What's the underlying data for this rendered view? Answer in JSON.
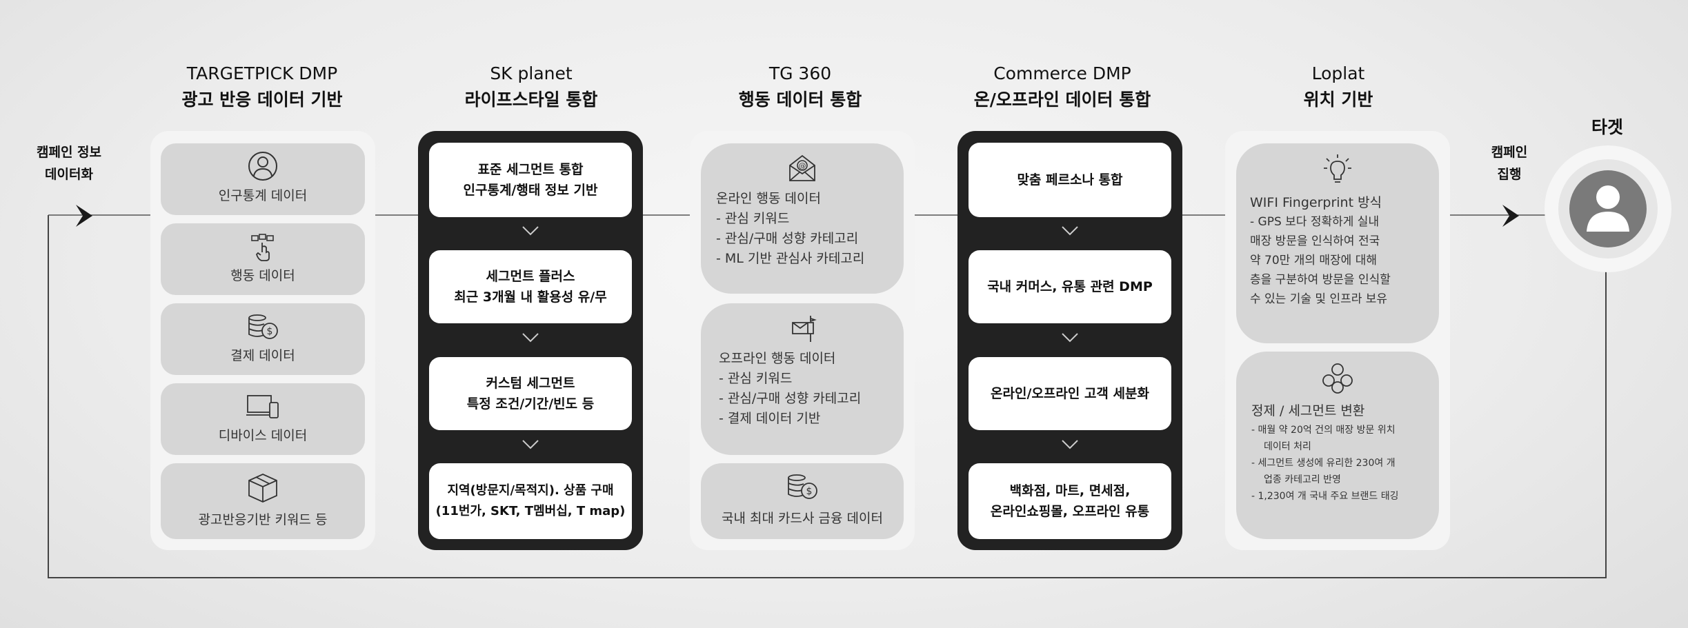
{
  "columns": [
    {
      "title_line1": "TARGETPICK DMP",
      "title_line2": "광고 반응 데이터 기반"
    },
    {
      "title_line1": "SK planet",
      "title_line2": "라이프스타일 통합"
    },
    {
      "title_line1": "TG 360",
      "title_line2": "행동 데이터 통합"
    },
    {
      "title_line1": "Commerce DMP",
      "title_line2": "온/오프라인 데이터 통합"
    },
    {
      "title_line1": "Loplat",
      "title_line2": "위치 기반"
    }
  ],
  "left_label": {
    "line1": "캠페인 정보",
    "line2": "데이터화"
  },
  "right_label": {
    "line1": "캠페인",
    "line2": "집행"
  },
  "target": {
    "title": "타겟"
  },
  "targetpick_items": [
    {
      "label": "인구통계 데이터",
      "icon": "person-circle-icon"
    },
    {
      "label": "행동 데이터",
      "icon": "hand-tap-icon"
    },
    {
      "label": "결제 데이터",
      "icon": "coins-dollar-icon"
    },
    {
      "label": "디바이스 데이터",
      "icon": "devices-icon"
    },
    {
      "label": "광고반응기반 키워드 등",
      "icon": "box-icon"
    }
  ],
  "skplanet_items": [
    {
      "line1": "표준 세그먼트 통합",
      "line2": "인구통계/행태 정보 기반"
    },
    {
      "line1": "세그먼트 플러스",
      "line2": "최근 3개월 내 활용성 유/무"
    },
    {
      "line1": "커스텀 세그먼트",
      "line2": "특정 조건/기간/빈도 등"
    },
    {
      "line1": "지역(방문지/목적지). 상품 구매",
      "line2": "(11번가, SKT, T멤버십, T map)"
    }
  ],
  "tg360": {
    "online": {
      "head": "온라인 행동 데이터",
      "lines": [
        "- 관심 키워드",
        "- 관심/구매 성향 카테고리",
        "- ML 기반 관심사 카테고리"
      ],
      "icon": "email-at-icon"
    },
    "offline": {
      "head": "오프라인 행동 데이터",
      "lines": [
        "- 관심 키워드",
        "- 관심/구매 성향 카테고리",
        "- 결제 데이터 기반"
      ],
      "icon": "mailbox-icon"
    },
    "card": {
      "label": "국내 최대 카드사 금융 데이터",
      "icon": "coins-dollar-icon"
    }
  },
  "commerce_items": [
    {
      "line1": "맞춤 페르소나 통합",
      "line2": ""
    },
    {
      "line1": "국내 커머스, 유통 관련 DMP",
      "line2": ""
    },
    {
      "line1": "온라인/오프라인 고객 세분화",
      "line2": ""
    },
    {
      "line1": "백화점, 마트, 면세점,",
      "line2": "온라인쇼핑몰, 오프라인 유통"
    }
  ],
  "loplat": {
    "wifi": {
      "head": "WIFI Fingerprint 방식",
      "lines": [
        "- GPS 보다 정확하게 실내",
        "매장 방문을 인식하여 전국",
        "약 70만 개의 매장에 대해",
        "층을 구분하여 방문을 인식할",
        "수 있는 기술 및 인프라 보유"
      ],
      "icon": "lightbulb-icon"
    },
    "refine": {
      "head": "정제 / 세그먼트 변환",
      "lines": [
        "- 매월 약 20억 건의 매장 방문 위치",
        "데이터 처리",
        "- 세그먼트 생성에 유리한 230여 개",
        "업종 카테고리 반영",
        "- 1,230여 개 국내 주요 브랜드 태깅"
      ],
      "icon": "people-group-icon"
    }
  },
  "colors": {
    "dark_panel": "#222222",
    "light_panel": "#f4f4f4",
    "gray_item": "#d6d6d6",
    "accent": "#111111"
  }
}
